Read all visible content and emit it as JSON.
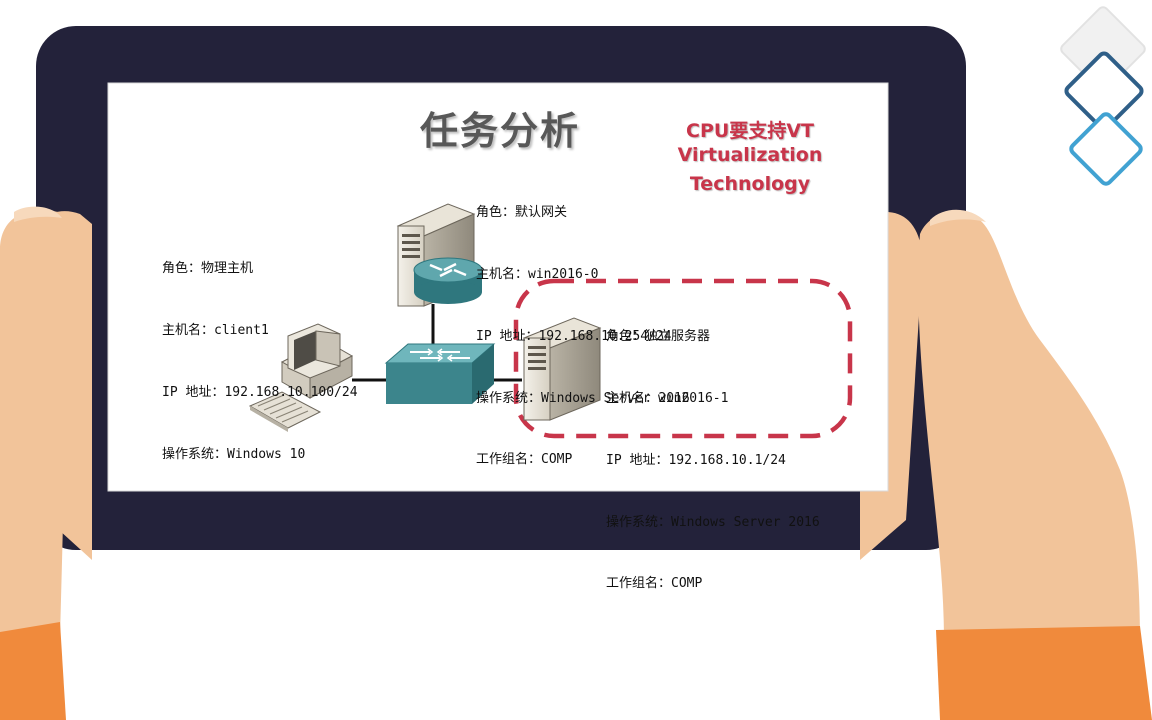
{
  "slide": {
    "title": "任务分析",
    "vt_note": [
      "CPU要支持VT",
      "Virtualization",
      "Technology"
    ],
    "accent_color": "#c8354a",
    "nodes": {
      "gateway": {
        "role": "角色：默认网关",
        "hostname": "主机名：win2016-0",
        "ip": "IP 地址：192.168.10.254/24",
        "os": "操作系统：Windows Server 2016",
        "workgroup": "工作组名：COMP"
      },
      "client": {
        "role": "角色：物理主机",
        "hostname": "主机名：client1",
        "ip": "IP 地址：192.168.10.100/24",
        "os": "操作系统：Windows 10"
      },
      "server": {
        "role": "角色：独立服务器",
        "hostname": "主机名：win2016-1",
        "ip": "IP 地址：192.168.10.1/24",
        "os": "操作系统：Windows Server 2016",
        "workgroup": "工作组名：COMP"
      }
    }
  },
  "icons": [
    "server-icon",
    "router-icon",
    "switch-icon",
    "workstation-icon",
    "keyboard-icon",
    "hand-icon",
    "diamond-icon"
  ]
}
